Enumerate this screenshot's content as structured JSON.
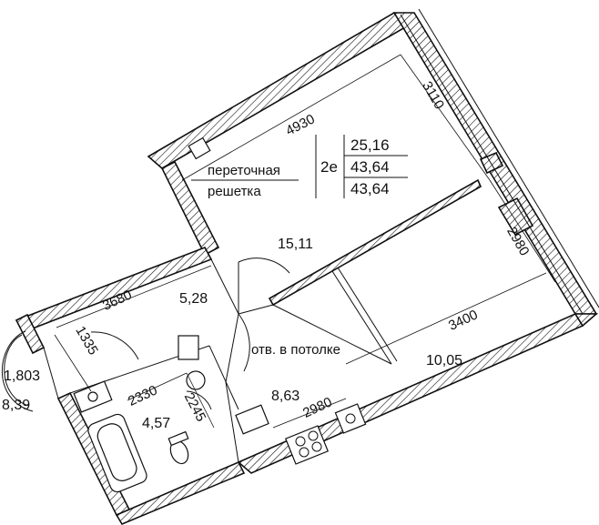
{
  "legend": {
    "rooms_count": "2е",
    "living_area": "25,16",
    "total_area": "43,64",
    "total_area_2": "43,64"
  },
  "rooms": {
    "bedroom_area": "15,11",
    "hall_area": "5,28",
    "living_area": "10,05",
    "kitchen_area": "8,63",
    "bathroom_area": "4,57",
    "balcony_area_a": "1,803",
    "balcony_area_b": "8,39"
  },
  "labels": {
    "grille_line1": "переточная",
    "grille_line2": "решетка",
    "ceiling_opening": "отв. в потолке"
  },
  "dimensions": {
    "d4930": "4930",
    "d3110": "3110",
    "d2980_right": "2980",
    "d3400": "3400",
    "d3680": "3680",
    "d1335": "1335",
    "d2330": "2330",
    "d2245": "2245",
    "d2980_kitchen": "2980"
  }
}
